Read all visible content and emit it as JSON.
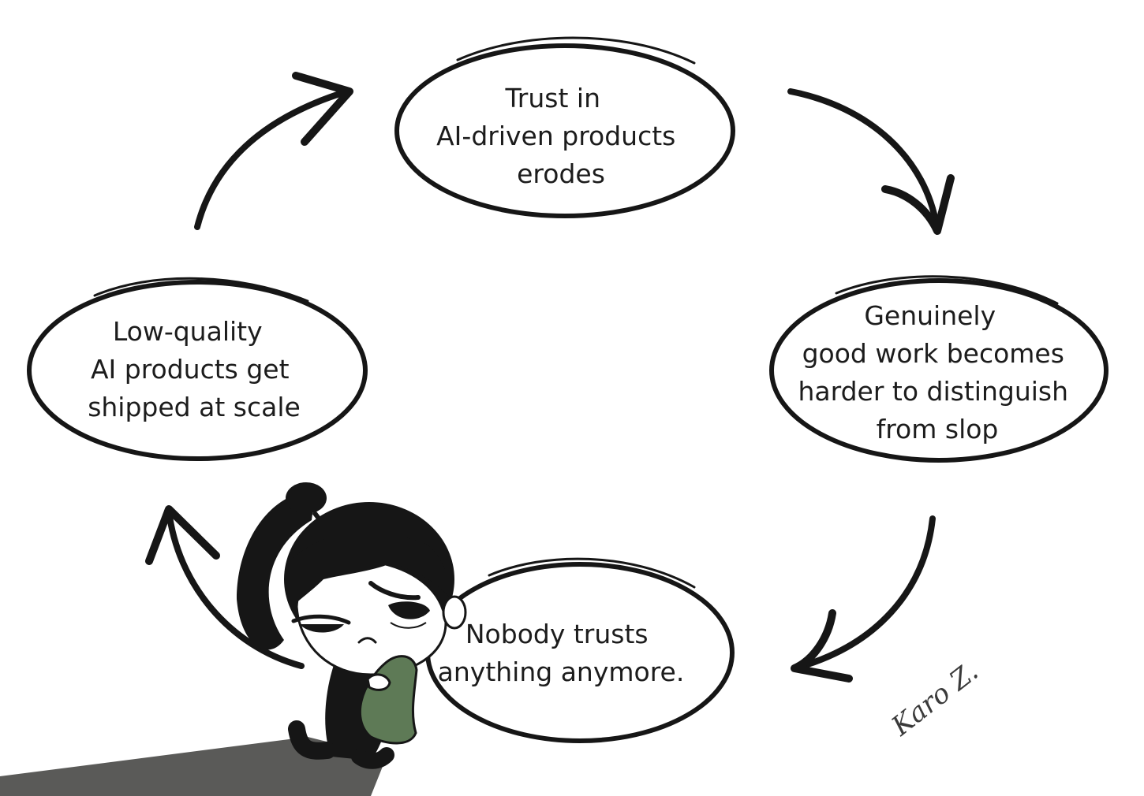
{
  "diagram": {
    "type": "cycle",
    "nodes": [
      {
        "id": "trust",
        "lines": [
          "Trust in",
          "AI-driven products",
          "erodes"
        ]
      },
      {
        "id": "good-work",
        "lines": [
          "Genuinely",
          "good work becomes",
          "harder to distinguish",
          "from slop"
        ]
      },
      {
        "id": "nobody",
        "lines": [
          "Nobody trusts",
          "anything anymore."
        ]
      },
      {
        "id": "low-quality",
        "lines": [
          "Low-quality",
          "AI products get",
          "shipped at scale"
        ]
      }
    ],
    "edges": [
      {
        "from": "low-quality",
        "to": "trust"
      },
      {
        "from": "trust",
        "to": "good-work"
      },
      {
        "from": "good-work",
        "to": "nobody"
      },
      {
        "from": "nobody",
        "to": "low-quality"
      }
    ]
  },
  "signature": "Karo Z.",
  "colors": {
    "ink": "#161616",
    "background": "#ffffff",
    "pillow": "#5e7a56",
    "shadow": "#5a5a58",
    "hair": "#161616",
    "skin": "#ffffff"
  },
  "illustration": {
    "subject": "grumpy-girl-with-pillow",
    "icons": [
      "girl-icon",
      "pillow-icon"
    ]
  }
}
